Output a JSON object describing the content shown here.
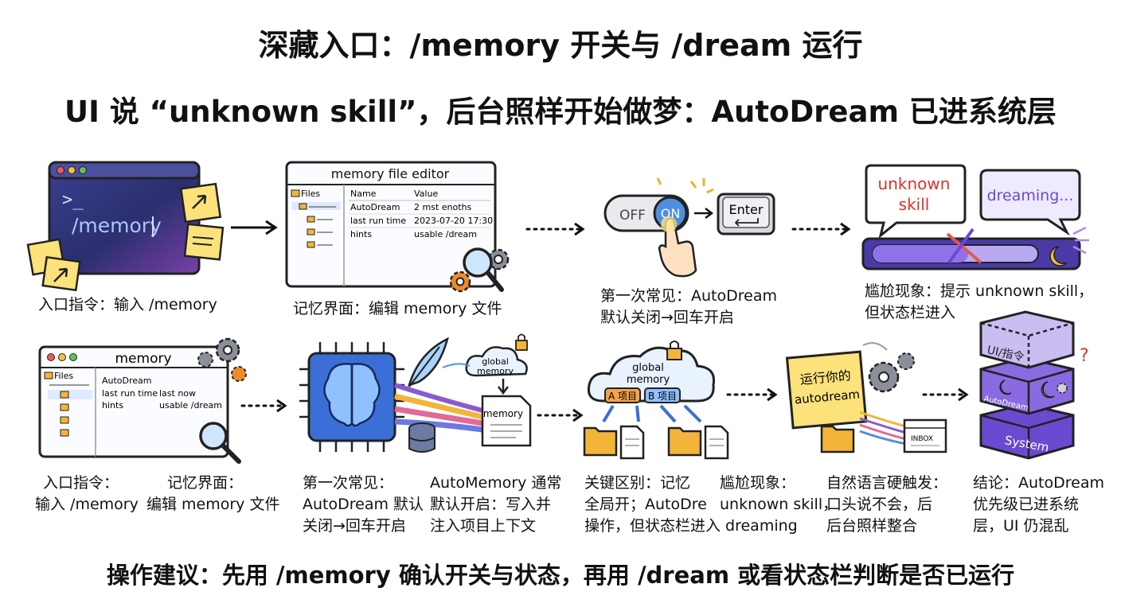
{
  "title_line1": "深藏入口：/memory 开关与 /dream 运行",
  "title_line2": "UI 说 “unknown skill”，后台照样开始做梦：AutoDream 已进系统层",
  "bottom_advice": "操作建议：先用 /memory 确认开关与状态，再用 /dream 或看状态栏判断是否已运行",
  "row1": {
    "terminal": {
      "prompt": ">_",
      "command": "/memory",
      "caption": "入口指令：输入 /memory"
    },
    "editor": {
      "title": "memory file editor",
      "files_label": "Files",
      "col_name": "Name",
      "col_value": "Value",
      "rows": [
        {
          "name": "AutoDream",
          "value": "2 mst enoths"
        },
        {
          "name": "last run time",
          "value": "2023-07-20 17:30"
        },
        {
          "name": "hints",
          "value": "usable /dream"
        }
      ],
      "caption": "记忆界面：编辑 memory 文件"
    },
    "toggle": {
      "off_label": "OFF",
      "on_label": "ON",
      "enter_label": "Enter",
      "caption_line1": "第一次常见：AutoDream",
      "caption_line2": "默认关闭→回车开启"
    },
    "status": {
      "bubble_left_line1": "unknown",
      "bubble_left_line2": "skill",
      "bubble_right": "dreaming...",
      "caption_line1": "尴尬现象：提示 unknown skill，",
      "caption_line2": "但状态栏进入"
    }
  },
  "row2": {
    "editor": {
      "title": "memory",
      "files_label": "Files",
      "rows": [
        {
          "name": "AutoDream",
          "value": ""
        },
        {
          "name": "last run time",
          "value": "last now"
        },
        {
          "name": "hints",
          "value": "usable /dream"
        }
      ],
      "caption_left_line1": "入口指令：",
      "caption_left_line2": "输入 /memory",
      "caption_right_line1": "记忆界面：",
      "caption_right_line2": "编辑 memory 文件"
    },
    "brain": {
      "cloud_line1": "global",
      "cloud_line2": "memory",
      "doc_label": "memory",
      "caption_left_line1": "第一次常见：",
      "caption_left_line2": "AutoDream 默认",
      "caption_left_line3": "关闭→回车开启",
      "caption_right_line1": "AutoMemory 通常",
      "caption_right_line2": "默认开启：写入并",
      "caption_right_line3": "注入项目上下文"
    },
    "global": {
      "cloud_line1": "global",
      "cloud_line2": "memory",
      "tag_a": "A 项目",
      "tag_b": "B 项目",
      "caption_left_line1": "关键区别：记忆",
      "caption_left_line2": "全局开；AutoDre",
      "caption_left_line3": "操作，但状态栏进入 dreaming",
      "caption_right_line1": "尴尬现象：",
      "caption_right_line2": "unknown skill，"
    },
    "note": {
      "note_line1": "运行你的",
      "note_line2": "autodream",
      "inbox_label": "INBOX",
      "caption_line1": "自然语言硬触发：",
      "caption_line2": "口头说不会，后",
      "caption_line3": "后台照样整合"
    },
    "stack": {
      "layer_top": "UI/指令",
      "layer_mid": "AutoDream",
      "layer_bottom": "System",
      "question": "?",
      "caption_line1": "结论：AutoDream",
      "caption_line2": "优先级已进系统",
      "caption_line3": "层，UI 仍混乱"
    }
  },
  "colors": {
    "terminal_bg": "#2b2f6e",
    "terminal_text": "#a9c8ff",
    "sticky": "#fbe27a",
    "toggle_on": "#4f8fe0",
    "unknown_red": "#d8342a",
    "dreaming_purple": "#6a4ad0",
    "status_bar": "#4a3aa8",
    "stack_purple": "#8a6ae0",
    "brain_blue": "#3b6fd8",
    "folder": "#f2b53a",
    "gear": "#8a8f9a",
    "orange_gear": "#f08a2a"
  }
}
